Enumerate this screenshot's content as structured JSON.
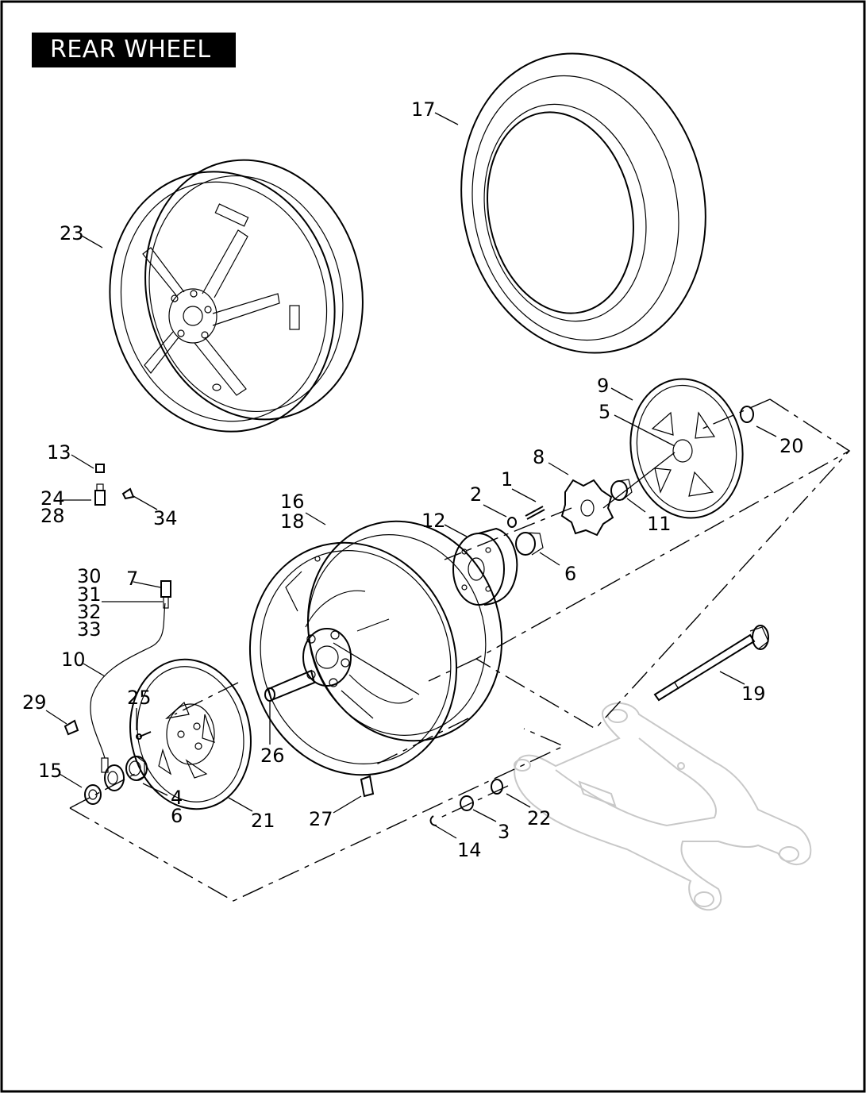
{
  "title": "REAR WHEEL",
  "callouts": {
    "c1": "1",
    "c2": "2",
    "c3": "3",
    "c4": "4",
    "c5": "5",
    "c6a": "6",
    "c6b": "6",
    "c7": "7",
    "c8": "8",
    "c9": "9",
    "c10": "10",
    "c11": "11",
    "c12": "12",
    "c13": "13",
    "c14": "14",
    "c15": "15",
    "c16": "16",
    "c17": "17",
    "c18": "18",
    "c19": "19",
    "c20": "20",
    "c21": "21",
    "c22": "22",
    "c23": "23",
    "c24": "24",
    "c25": "25",
    "c26": "26",
    "c27": "27",
    "c28": "28",
    "c29": "29",
    "c30": "30",
    "c31": "31",
    "c32": "32",
    "c33": "33",
    "c34": "34"
  }
}
